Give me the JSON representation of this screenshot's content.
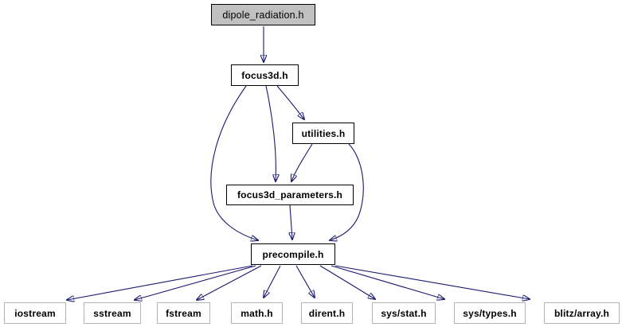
{
  "graph": {
    "type": "include-dependency-graph",
    "colors": {
      "edge": "#191970",
      "root_fill": "#c0c0c0",
      "node_border": "#000000",
      "system_node_border": "#b4b4b4",
      "node_fill": "#ffffff",
      "text": "#000000"
    },
    "nodes": [
      {
        "id": "dipole_radiation.h",
        "label": "dipole_radiation.h",
        "type": "root"
      },
      {
        "id": "focus3d.h",
        "label": "focus3d.h",
        "type": "internal"
      },
      {
        "id": "utilities.h",
        "label": "utilities.h",
        "type": "internal"
      },
      {
        "id": "focus3d_parameters.h",
        "label": "focus3d_parameters.h",
        "type": "internal"
      },
      {
        "id": "precompile.h",
        "label": "precompile.h",
        "type": "internal"
      },
      {
        "id": "iostream",
        "label": "iostream",
        "type": "system"
      },
      {
        "id": "sstream",
        "label": "sstream",
        "type": "system"
      },
      {
        "id": "fstream",
        "label": "fstream",
        "type": "system"
      },
      {
        "id": "math.h",
        "label": "math.h",
        "type": "system"
      },
      {
        "id": "dirent.h",
        "label": "dirent.h",
        "type": "system"
      },
      {
        "id": "sys/stat.h",
        "label": "sys/stat.h",
        "type": "system"
      },
      {
        "id": "sys/types.h",
        "label": "sys/types.h",
        "type": "system"
      },
      {
        "id": "blitz/array.h",
        "label": "blitz/array.h",
        "type": "system"
      }
    ],
    "edges": [
      {
        "from": "dipole_radiation.h",
        "to": "focus3d.h"
      },
      {
        "from": "focus3d.h",
        "to": "utilities.h"
      },
      {
        "from": "focus3d.h",
        "to": "focus3d_parameters.h"
      },
      {
        "from": "focus3d.h",
        "to": "precompile.h"
      },
      {
        "from": "utilities.h",
        "to": "focus3d_parameters.h"
      },
      {
        "from": "utilities.h",
        "to": "precompile.h"
      },
      {
        "from": "focus3d_parameters.h",
        "to": "precompile.h"
      },
      {
        "from": "precompile.h",
        "to": "iostream"
      },
      {
        "from": "precompile.h",
        "to": "sstream"
      },
      {
        "from": "precompile.h",
        "to": "fstream"
      },
      {
        "from": "precompile.h",
        "to": "math.h"
      },
      {
        "from": "precompile.h",
        "to": "dirent.h"
      },
      {
        "from": "precompile.h",
        "to": "sys/stat.h"
      },
      {
        "from": "precompile.h",
        "to": "sys/types.h"
      },
      {
        "from": "precompile.h",
        "to": "blitz/array.h"
      }
    ]
  }
}
